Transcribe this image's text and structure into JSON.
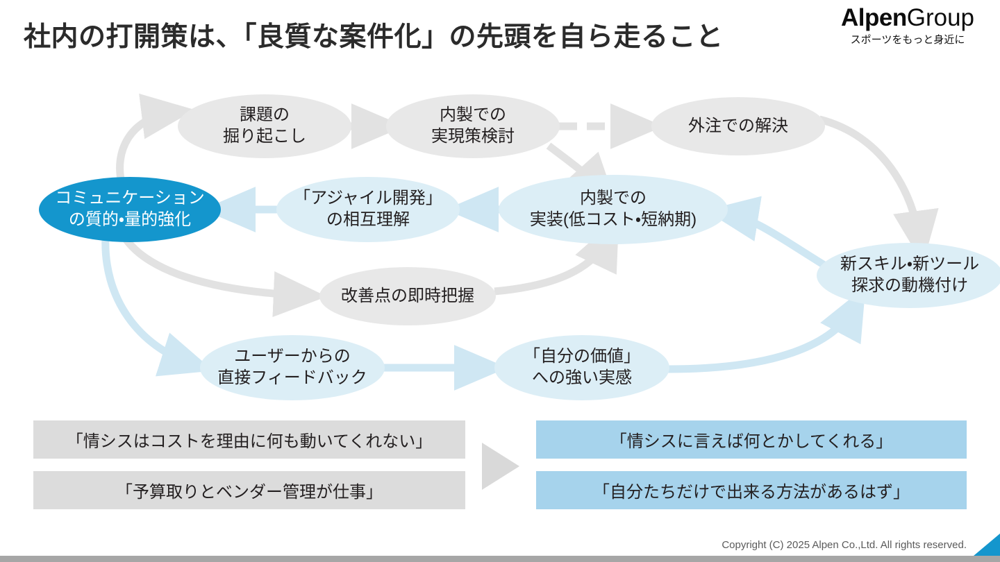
{
  "slide": {
    "title": "社内の打開策は、「良質な案件化」の先頭を自ら走ること"
  },
  "logo": {
    "wordmark_bold": "Alpen",
    "wordmark_light": "Group",
    "tagline": "スポーツをもっと身近に"
  },
  "colors": {
    "accent_blue": "#1496cd",
    "light_blue": "#dceef6",
    "box_blue": "#a6d3ec",
    "gray_node": "#e8e8e8",
    "box_gray": "#dcdcdc",
    "arrow_gray": "#e2e2e2",
    "arrow_blue": "#cfe7f3",
    "footer_bar": "#a6a6a6"
  },
  "diagram": {
    "nodes": [
      {
        "id": "issue-discovery",
        "lines": [
          "課題の",
          "掘り起こし"
        ],
        "style": "gray"
      },
      {
        "id": "inhouse-study",
        "lines": [
          "内製での",
          "実現策検討"
        ],
        "style": "gray"
      },
      {
        "id": "outsourced",
        "lines": [
          "外注での解決"
        ],
        "style": "gray"
      },
      {
        "id": "communication",
        "lines": [
          "コミュニケーション",
          "の質的・量的強化"
        ],
        "style": "blue"
      },
      {
        "id": "agile-understanding",
        "lines": [
          "「アジャイル開発」",
          "の相互理解"
        ],
        "style": "lblue"
      },
      {
        "id": "inhouse-build",
        "lines": [
          "内製での",
          "実装(低コスト・短納期)"
        ],
        "style": "lblue"
      },
      {
        "id": "new-skills",
        "lines": [
          "新スキル・新ツール",
          "探求の動機付け"
        ],
        "style": "lblue"
      },
      {
        "id": "improvement-grasp",
        "lines": [
          "改善点の即時把握"
        ],
        "style": "gray"
      },
      {
        "id": "user-feedback",
        "lines": [
          "ユーザーからの",
          "直接フィードバック"
        ],
        "style": "lblue"
      },
      {
        "id": "self-value",
        "lines": [
          "「自分の価値」",
          "への強い実感"
        ],
        "style": "lblue"
      }
    ],
    "edges": [
      {
        "from": "communication",
        "to": "issue-discovery",
        "style": "solid-gray"
      },
      {
        "from": "issue-discovery",
        "to": "inhouse-study",
        "style": "solid-gray"
      },
      {
        "from": "inhouse-study",
        "to": "outsourced",
        "style": "dashed-gray"
      },
      {
        "from": "inhouse-study",
        "to": "inhouse-build",
        "style": "solid-gray"
      },
      {
        "from": "outsourced",
        "to": "new-skills",
        "style": "solid-gray"
      },
      {
        "from": "inhouse-build",
        "to": "agile-understanding",
        "style": "solid-blue"
      },
      {
        "from": "agile-understanding",
        "to": "communication",
        "style": "solid-blue"
      },
      {
        "from": "new-skills",
        "to": "inhouse-build",
        "style": "solid-blue"
      },
      {
        "from": "communication",
        "to": "improvement-grasp",
        "style": "solid-gray"
      },
      {
        "from": "improvement-grasp",
        "to": "inhouse-build",
        "style": "solid-gray"
      },
      {
        "from": "communication",
        "to": "user-feedback",
        "style": "solid-blue"
      },
      {
        "from": "user-feedback",
        "to": "self-value",
        "style": "solid-blue"
      },
      {
        "from": "self-value",
        "to": "new-skills",
        "style": "solid-blue"
      }
    ]
  },
  "comparison": {
    "before": [
      "「情シスはコストを理由に何も動いてくれない」",
      "「予算取りとベンダー管理が仕事」"
    ],
    "after": [
      "「情シスに言えば何とかしてくれる」",
      "「自分たちだけで出来る方法があるはず」"
    ]
  },
  "footer": {
    "copyright": "Copyright (C) 2025  Alpen Co.,Ltd. All rights reserved."
  }
}
